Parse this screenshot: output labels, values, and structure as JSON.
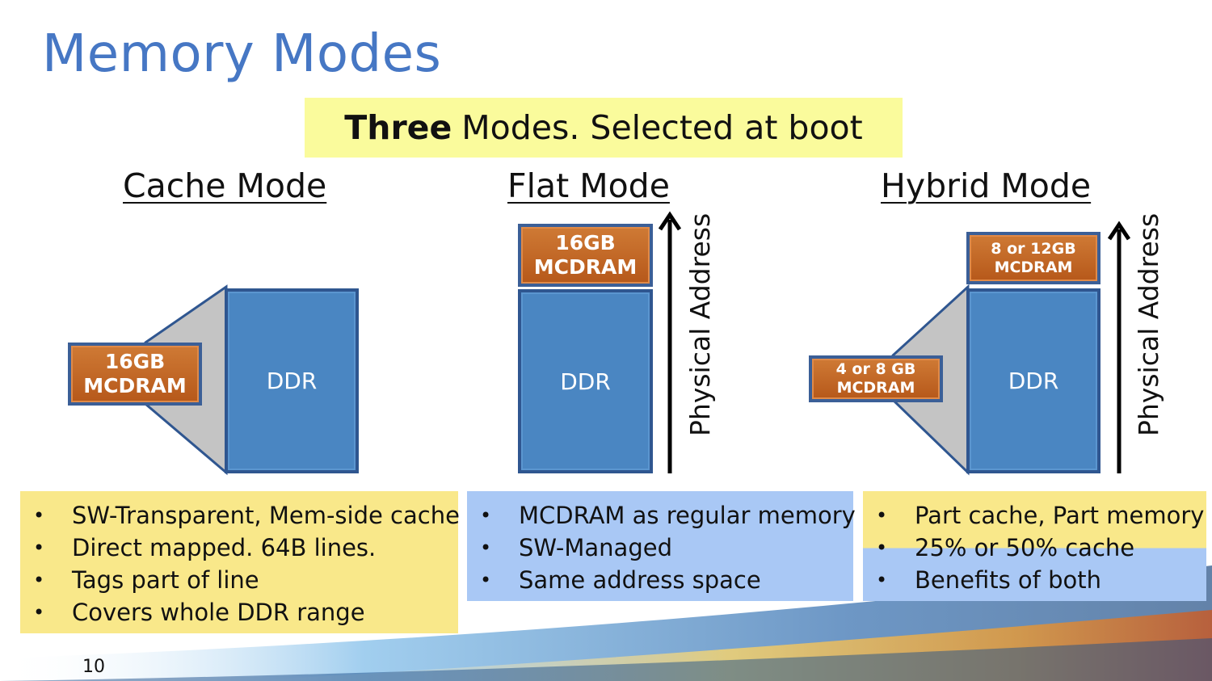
{
  "slide": {
    "title": "Memory Modes",
    "banner": {
      "bold": "Three",
      "rest": "Modes. Selected at boot"
    },
    "page_number": "10"
  },
  "modes": {
    "cache": {
      "heading": "Cache Mode",
      "mcdram_line1": "16GB",
      "mcdram_line2": "MCDRAM",
      "ddr": "DDR",
      "bullet_char": "•",
      "bullets": [
        "SW-Transparent, Mem-side cache",
        "Direct mapped. 64B lines.",
        "Tags part of line",
        "Covers whole DDR range"
      ]
    },
    "flat": {
      "heading": "Flat Mode",
      "mcdram_line1": "16GB",
      "mcdram_line2": "MCDRAM",
      "ddr": "DDR",
      "axis": "Physical Address",
      "bullet_char": "•",
      "bullets": [
        "MCDRAM as regular memory",
        "SW-Managed",
        "Same address space"
      ]
    },
    "hybrid": {
      "heading": "Hybrid Mode",
      "mcdram_top_line1": "8 or 12GB",
      "mcdram_top_line2": "MCDRAM",
      "mcdram_side_line1": "4 or 8 GB",
      "mcdram_side_line2": "MCDRAM",
      "ddr": "DDR",
      "axis": "Physical Address",
      "bullet_char": "•",
      "bullets": [
        "Part cache, Part memory",
        "25% or 50% cache",
        "Benefits of both"
      ]
    }
  },
  "colors": {
    "title": "#4677c4",
    "banner_bg": "#fafb9c",
    "ddr_fill": "#4a86c2",
    "mcdram_fill": "#c4692a",
    "cache_box": "#f9e88a",
    "flat_box": "#a9c8f5",
    "hybrid_box_top": "#f9e88a",
    "hybrid_box_bottom": "#a9c8f5"
  }
}
